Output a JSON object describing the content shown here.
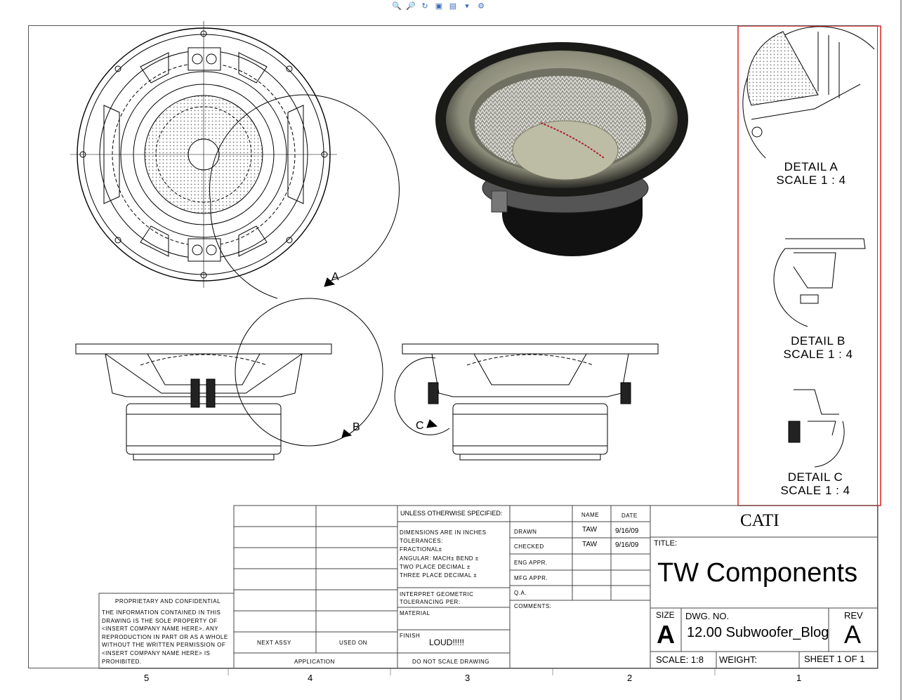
{
  "toolbar": {
    "icons": [
      "zoom-fit-icon",
      "zoom-area-icon",
      "rotate-icon",
      "view-orient-icon",
      "display-style-icon",
      "hide-show-icon",
      "appearance-icon"
    ]
  },
  "views": {
    "detail_callouts": [
      "A",
      "B",
      "C"
    ],
    "details": [
      {
        "name": "DETAIL A",
        "scale": "SCALE 1 : 4"
      },
      {
        "name": "DETAIL B",
        "scale": "SCALE 1 : 4"
      },
      {
        "name": "DETAIL C",
        "scale": "SCALE 1 : 4"
      }
    ]
  },
  "zones": [
    "5",
    "4",
    "3",
    "2",
    "1"
  ],
  "title_block": {
    "proprietary": {
      "heading": "PROPRIETARY AND CONFIDENTIAL",
      "lines": [
        "THE INFORMATION CONTAINED IN THIS",
        "DRAWING IS THE SOLE PROPERTY OF",
        "<INSERT COMPANY NAME HERE>. ANY",
        "REPRODUCTION IN PART OR AS A WHOLE",
        "WITHOUT THE WRITTEN PERMISSION OF",
        "<INSERT COMPANY NAME HERE> IS",
        "PROHIBITED."
      ]
    },
    "next_assy": "NEXT ASSY",
    "used_on": "USED ON",
    "application": "APPLICATION",
    "unless": "UNLESS OTHERWISE SPECIFIED:",
    "tolerance_lines": [
      "DIMENSIONS ARE IN INCHES",
      "TOLERANCES:",
      "FRACTIONAL±",
      "ANGULAR: MACH±    BEND ±",
      "TWO PLACE DECIMAL    ±",
      "THREE PLACE DECIMAL  ±"
    ],
    "interpret": [
      "INTERPRET GEOMETRIC",
      "TOLERANCING PER:"
    ],
    "material": "MATERIAL",
    "finish": "FINISH",
    "finish_value": "LOUD!!!!!",
    "do_not_scale": "DO NOT SCALE DRAWING",
    "col_name": "NAME",
    "col_date": "DATE",
    "rows": [
      {
        "label": "DRAWN",
        "name": "TAW",
        "date": "9/16/09"
      },
      {
        "label": "CHECKED",
        "name": "TAW",
        "date": "9/16/09"
      },
      {
        "label": "ENG APPR.",
        "name": "",
        "date": ""
      },
      {
        "label": "MFG APPR.",
        "name": "",
        "date": ""
      },
      {
        "label": "Q.A.",
        "name": "",
        "date": ""
      }
    ],
    "comments": "COMMENTS:",
    "company": "CATI",
    "title_label": "TITLE:",
    "title": "TW Components",
    "size_label": "SIZE",
    "size": "A",
    "dwg_label": "DWG.  NO.",
    "dwg_no": "12.00 Subwoofer_Blog",
    "rev_label": "REV",
    "rev": "A",
    "scale": "SCALE: 1:8",
    "weight": "WEIGHT:",
    "sheet": "SHEET 1 OF 1"
  }
}
